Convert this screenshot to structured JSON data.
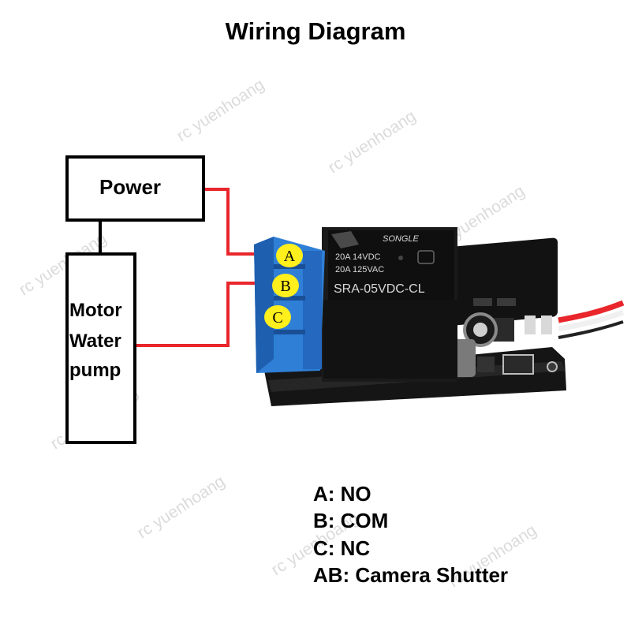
{
  "title": "Wiring Diagram",
  "power": {
    "label": "Power"
  },
  "motor": {
    "line1": "Motor",
    "line2": "Water",
    "line3": "pump"
  },
  "terminals": [
    "A",
    "B",
    "C"
  ],
  "relay": {
    "brand": "SONGLE",
    "rating1": "20A 14VDC",
    "rating2": "20A 125VAC",
    "model": "SRA-05VDC-CL"
  },
  "legend": [
    "A: NO",
    "B: COM",
    "C: NC",
    "AB: Camera Shutter"
  ],
  "watermark": "rc yuenhoang",
  "colors": {
    "wire": "#e8262b",
    "terminal_block": "#2f7fd6",
    "terminal_marker": "#ffef1c",
    "pcb": "#111111"
  }
}
